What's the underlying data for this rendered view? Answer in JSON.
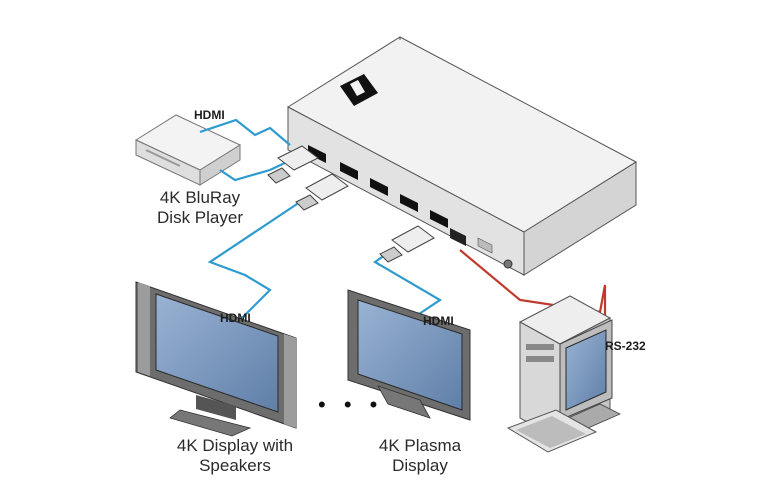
{
  "cables": {
    "hdmi_top": "HDMI",
    "hdmi_display1": "HDMI",
    "hdmi_display2": "HDMI",
    "rs232": "RS-232"
  },
  "devices": {
    "bluray": {
      "line1": "4K BluRay",
      "line2": "Disk Player"
    },
    "display1": {
      "line1": "4K Display with",
      "line2": "Speakers"
    },
    "display2": {
      "line1": "4K Plasma",
      "line2": "Display"
    }
  },
  "ellipsis": "• • •",
  "colors": {
    "hdmi_cable": "#2e9bd0",
    "rs232_cable": "#c0392b",
    "device_body": "#eeeeee",
    "screen": "#6f8fb8"
  }
}
